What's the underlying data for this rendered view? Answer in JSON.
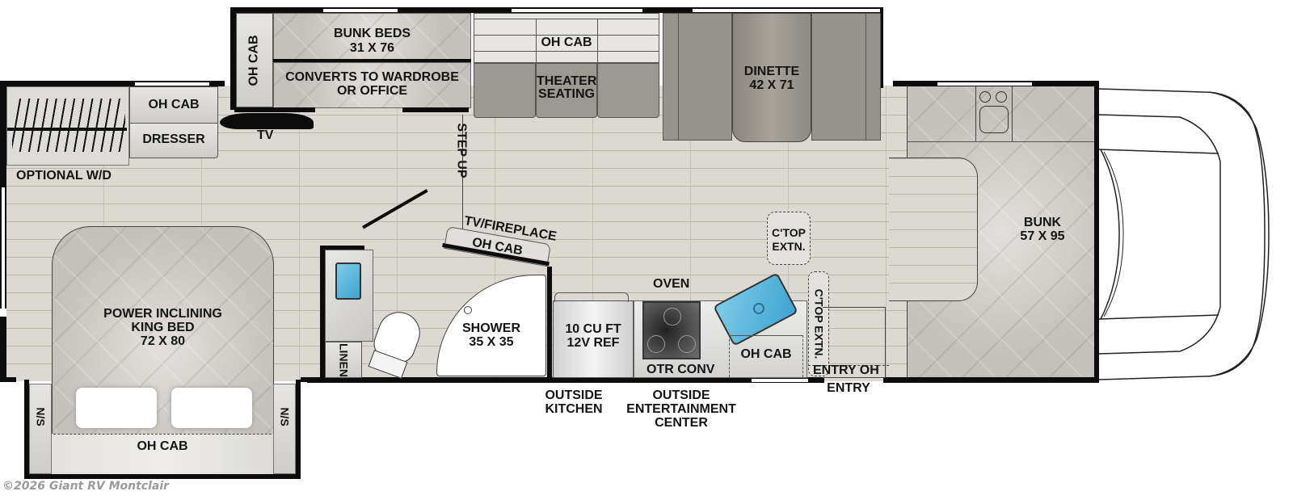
{
  "floorplan": {
    "type": "RV floor plan (Class C motorhome)",
    "rooms": {
      "bunk_beds": {
        "title": "BUNK BEDS",
        "size": "31 X 76"
      },
      "bunk_convert": {
        "line1": "CONVERTS TO WARDROBE",
        "line2": "OR OFFICE"
      },
      "bunk_oh_cab": "OH CAB",
      "theater_oh_cab": "OH CAB",
      "theater_seating": {
        "line1": "THEATER",
        "line2": "SEATING"
      },
      "dinette": {
        "title": "DINETTE",
        "size": "42 X 71"
      },
      "front_bunk": {
        "title": "BUNK",
        "size": "57 X 95"
      },
      "rear_oh_cab": "OH CAB",
      "dresser": "DRESSER",
      "optional_wd": "OPTIONAL W/D",
      "tv": "TV",
      "step_up": "STEP UP",
      "king_bed": {
        "line1": "POWER INCLINING",
        "line2": "KING BED",
        "size": "72 X 80"
      },
      "nightstand_left": "N/S",
      "nightstand_right": "N/S",
      "bed_oh_cab": "OH CAB",
      "linen": "LINEN",
      "tv_fireplace": "TV/FIREPLACE",
      "tv_oh_cab": "OH CAB",
      "shower": {
        "title": "SHOWER",
        "size": "35 X 35"
      },
      "refrigerator": {
        "line1": "10 CU FT",
        "line2": "12V REF"
      },
      "oven": "OVEN",
      "otr_conv": "OTR CONV",
      "ctop_extn_upper": {
        "line1": "C'TOP",
        "line2": "EXTN."
      },
      "ctop_extn_side": "C'TOP EXTN.",
      "kitchen_oh_cab": "OH CAB",
      "entry_oh": "ENTRY OH"
    },
    "exterior_labels": {
      "outside_kitchen": {
        "line1": "OUTSIDE",
        "line2": "KITCHEN"
      },
      "outside_entertainment": {
        "line1": "OUTSIDE",
        "line2": "ENTERTAINMENT",
        "line3": "CENTER"
      },
      "entry": "ENTRY"
    },
    "watermark": "©2026 Giant RV Montclair",
    "colors": {
      "wall": "#0c0c0c",
      "floor": "#d9d6cf",
      "mattress": "#c9c6c1",
      "seating": "#9c9892",
      "sink_water": "#5bb8df"
    }
  }
}
